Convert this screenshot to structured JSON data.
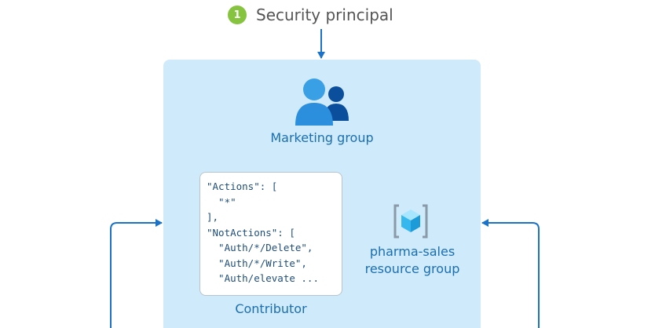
{
  "step": {
    "number": "1",
    "title": "Security principal"
  },
  "principal": {
    "label": "Marketing group",
    "icon": "user-group-icon"
  },
  "role_definition": {
    "lines": [
      "\"Actions\": [",
      "  \"*\"",
      "],",
      "\"NotActions\": [",
      "  \"Auth/*/Delete\",",
      "  \"Auth/*/Write\",",
      "  \"Auth/elevate ..."
    ],
    "label": "Contributor"
  },
  "scope": {
    "label_line1": "pharma-sales",
    "label_line2": "resource group",
    "icon": "resource-group-icon"
  },
  "colors": {
    "step_badge": "#86c440",
    "scope_fill": "#cfeafb",
    "label_blue": "#1b6fb0",
    "arrow": "#1a73c9"
  }
}
